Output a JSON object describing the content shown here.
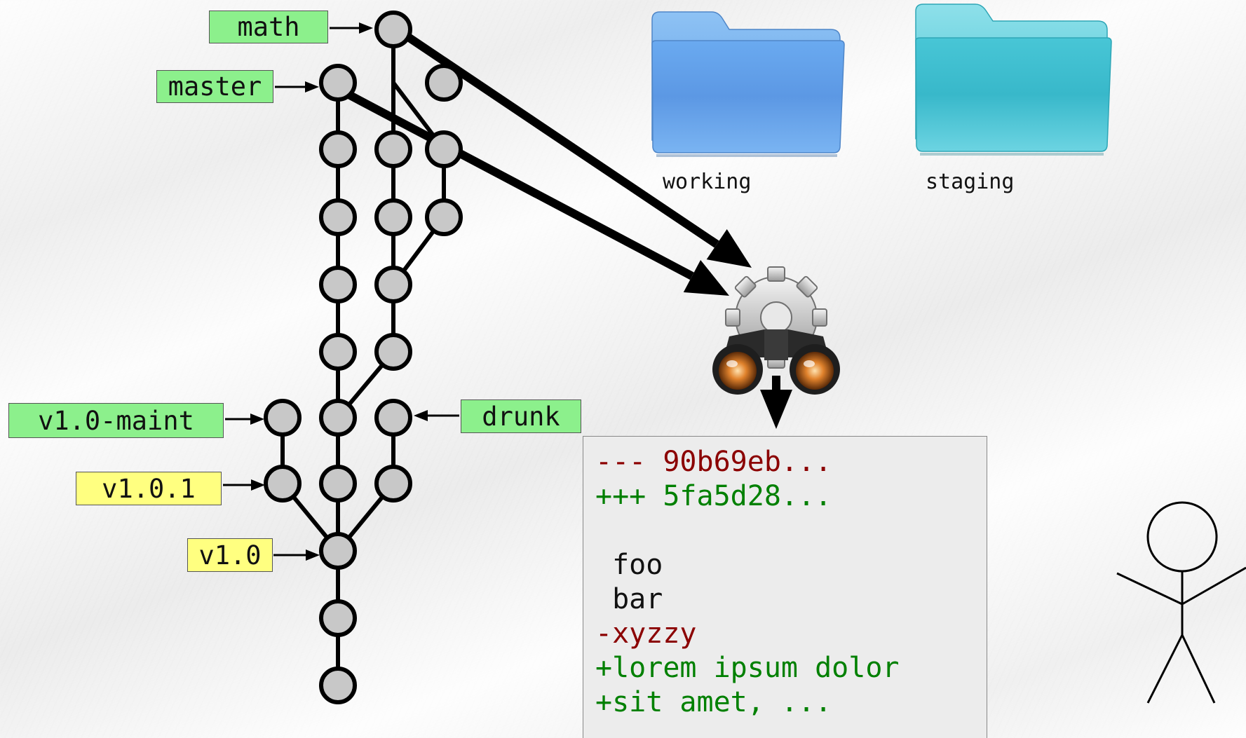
{
  "colors": {
    "ref_branch": "#8cf08c",
    "ref_tag": "#ffff80",
    "commit_fill": "#c8c8c8",
    "diff_removed": "#8b0000",
    "diff_added": "#008000",
    "diff_context": "#111111",
    "folder_working": "#5a9ee8",
    "folder_staging": "#3cc4d4"
  },
  "refs": {
    "math": "math",
    "master": "master",
    "v1_0_maint": "v1.0-maint",
    "v1_0_1": "v1.0.1",
    "v1_0": "v1.0",
    "drunk": "drunk"
  },
  "folders": {
    "working": "working",
    "staging": "staging"
  },
  "icons": {
    "working_folder": "folder-icon",
    "staging_folder": "folder-icon",
    "diff_tool": "gear-binoculars-icon",
    "user": "stick-figure-icon"
  },
  "diff": {
    "lines": [
      {
        "text": "--- 90b69eb...",
        "kind": "removed"
      },
      {
        "text": "+++ 5fa5d28...",
        "kind": "added"
      },
      {
        "text": "",
        "kind": "context"
      },
      {
        "text": " foo",
        "kind": "context"
      },
      {
        "text": " bar",
        "kind": "context"
      },
      {
        "text": "-xyzzy",
        "kind": "removed"
      },
      {
        "text": "+lorem ipsum dolor",
        "kind": "added"
      },
      {
        "text": "+sit amet, ...",
        "kind": "added"
      }
    ]
  }
}
